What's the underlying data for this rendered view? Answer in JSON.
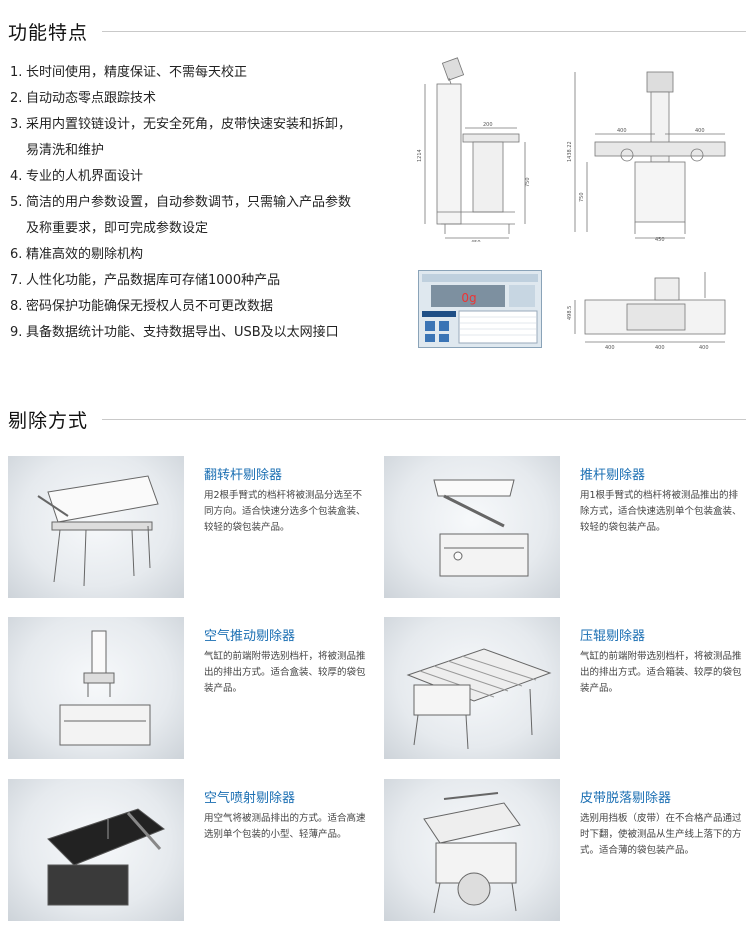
{
  "section1": {
    "title": "功能特点"
  },
  "features": [
    {
      "num": "1.",
      "text": "长时间使用，精度保证、不需每天校正"
    },
    {
      "num": "2.",
      "text": "自动动态零点跟踪技术"
    },
    {
      "num": "3.",
      "text": "采用内置铰链设计，无安全死角，皮带快速安装和拆卸，",
      "cont": "易清洗和维护"
    },
    {
      "num": "4.",
      "text": "专业的人机界面设计"
    },
    {
      "num": "5.",
      "text": "简洁的用户参数设置，自动参数调节，只需输入产品参数",
      "cont": "及称重要求，即可完成参数设定"
    },
    {
      "num": "6.",
      "text": "精准高效的剔除机构"
    },
    {
      "num": "7.",
      "text": "人性化功能，产品数据库可存储1000种产品"
    },
    {
      "num": "8.",
      "text": "密码保护功能确保无授权人员不可更改数据"
    },
    {
      "num": "9.",
      "text": "具备数据统计功能、支持数据导出、USB及以太网接口"
    }
  ],
  "drawings": {
    "side": {
      "dim_height": "1214",
      "dim_top": "200",
      "dim_mid": "750",
      "dim_bottom": "450"
    },
    "front": {
      "dim_height": "1438.22",
      "dim_left": "400",
      "dim_right": "400",
      "dim_mid": "750",
      "dim_bottom": "450"
    },
    "top": {
      "dim_side": "498.5",
      "dim_a": "400",
      "dim_b": "400",
      "dim_c": "400"
    },
    "screen": {
      "reading": "0g"
    }
  },
  "section2": {
    "title": "剔除方式"
  },
  "rejectors": [
    {
      "title": "翻转杆剔除器",
      "desc": "用2根手臂式的档杆将被测品分选至不同方向。适合快速分选多个包装盒装、较轻的袋包装产品。"
    },
    {
      "title": "推杆剔除器",
      "desc": "用1根手臂式的档杆将被测品推出的排除方式，适合快速选别单个包装盒装、较轻的袋包装产品。"
    },
    {
      "title": "空气推动剔除器",
      "desc": "气缸的前端附带选别档杆，将被测品推出的排出方式。适合盒装、较厚的袋包装产品。"
    },
    {
      "title": "压辊剔除器",
      "desc": "气缸的前端附带选别档杆，将被测品推出的排出方式。适合箱装、较厚的袋包装产品。"
    },
    {
      "title": "空气喷射剔除器",
      "desc": "用空气将被测品排出的方式。适合高速选别单个包装的小型、轻薄产品。"
    },
    {
      "title": "皮带脱落剔除器",
      "desc": "选别用挡板（皮带）在不合格产品通过时下翻，使被测品从生产线上落下的方式。适合薄的袋包装产品。"
    }
  ]
}
